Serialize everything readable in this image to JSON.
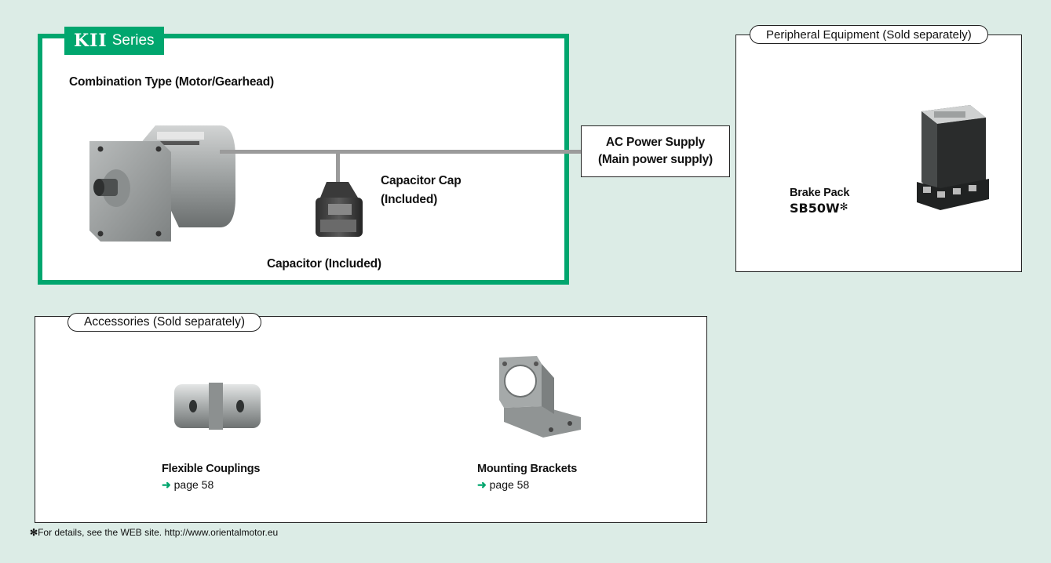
{
  "series": {
    "brand": "KII",
    "suffix": "Series",
    "combination_label": "Combination Type (Motor/Gearhead)",
    "capacitor_cap_label_1": "Capacitor Cap",
    "capacitor_cap_label_2": "(Included)",
    "capacitor_label": "Capacitor (Included)"
  },
  "power_supply": {
    "line1": "AC Power Supply",
    "line2": "(Main power supply)"
  },
  "peripheral": {
    "title": "Peripheral Equipment (Sold separately)",
    "item_label": "Brake Pack",
    "item_model": "SB50W",
    "item_mark": "✻"
  },
  "accessories": {
    "title": "Accessories (Sold separately)",
    "items": [
      {
        "name": "Flexible Couplings",
        "arrow_icon": "arrow-right-icon",
        "link": "page 58"
      },
      {
        "name": "Mounting Brackets",
        "arrow_icon": "arrow-right-icon",
        "link": "page 58"
      }
    ]
  },
  "footnote": {
    "mark": "✻",
    "text": "For details, see the WEB site. http://www.orientalmotor.eu"
  },
  "colors": {
    "accent": "#00a66e",
    "background": "#dcece6",
    "cable": "#9b9b9b"
  }
}
